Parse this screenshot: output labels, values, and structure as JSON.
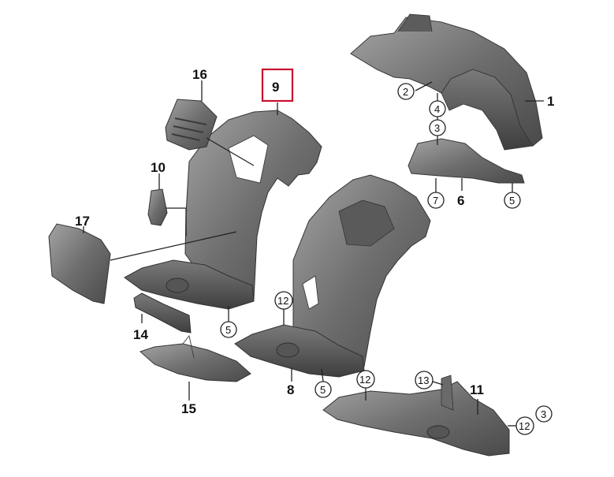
{
  "diagram": {
    "highlight_color": "#c8102e",
    "part_color": "#6f6f6f",
    "part_shade_color": "#4e4e4e",
    "part_light_color": "#9a9a9a",
    "labels": {
      "p1": "1",
      "p6": "6",
      "p8": "8",
      "p9": "9",
      "p10": "10",
      "p11": "11",
      "p14": "14",
      "p15": "15",
      "p16": "16",
      "p17": "17"
    },
    "callouts": {
      "c2": "2",
      "c4": "4",
      "c3a": "3",
      "c7": "7",
      "c5a": "5",
      "c5b": "5",
      "c5c": "5",
      "c12a": "12",
      "c12b": "12",
      "c13": "13",
      "c12c": "12",
      "c3b": "3"
    }
  }
}
